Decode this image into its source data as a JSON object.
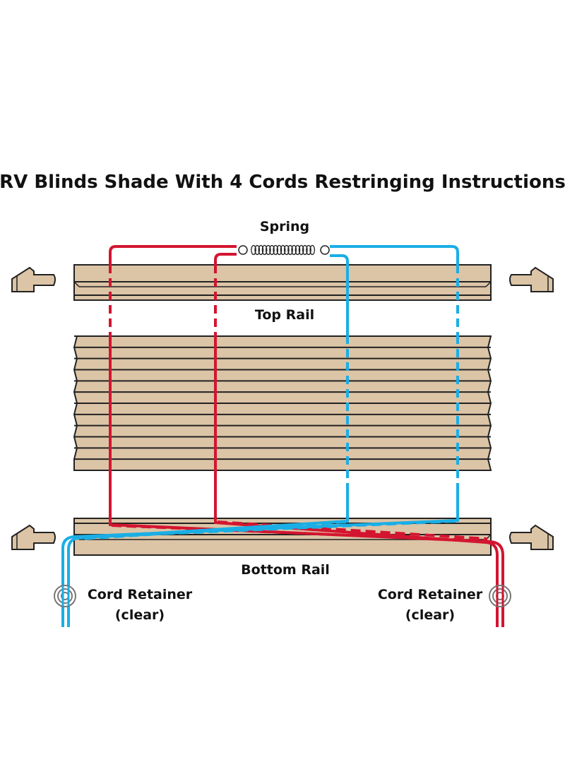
{
  "title": "RV Blinds Shade With 4 Cords Restringing Instructions",
  "labels": {
    "spring": "Spring",
    "top_rail": "Top Rail",
    "bottom_rail": "Bottom Rail",
    "retainer_left_line1": "Cord Retainer",
    "retainer_left_line2": "(clear)",
    "retainer_right_line1": "Cord Retainer",
    "retainer_right_line2": "(clear)"
  },
  "colors": {
    "shade_fill": "#dcc4a6",
    "outline": "#222222",
    "red_cord": "#d31530",
    "blue_cord": "#1aaee5",
    "retainer": "#777777"
  },
  "shade": {
    "pleat_count": 12
  }
}
